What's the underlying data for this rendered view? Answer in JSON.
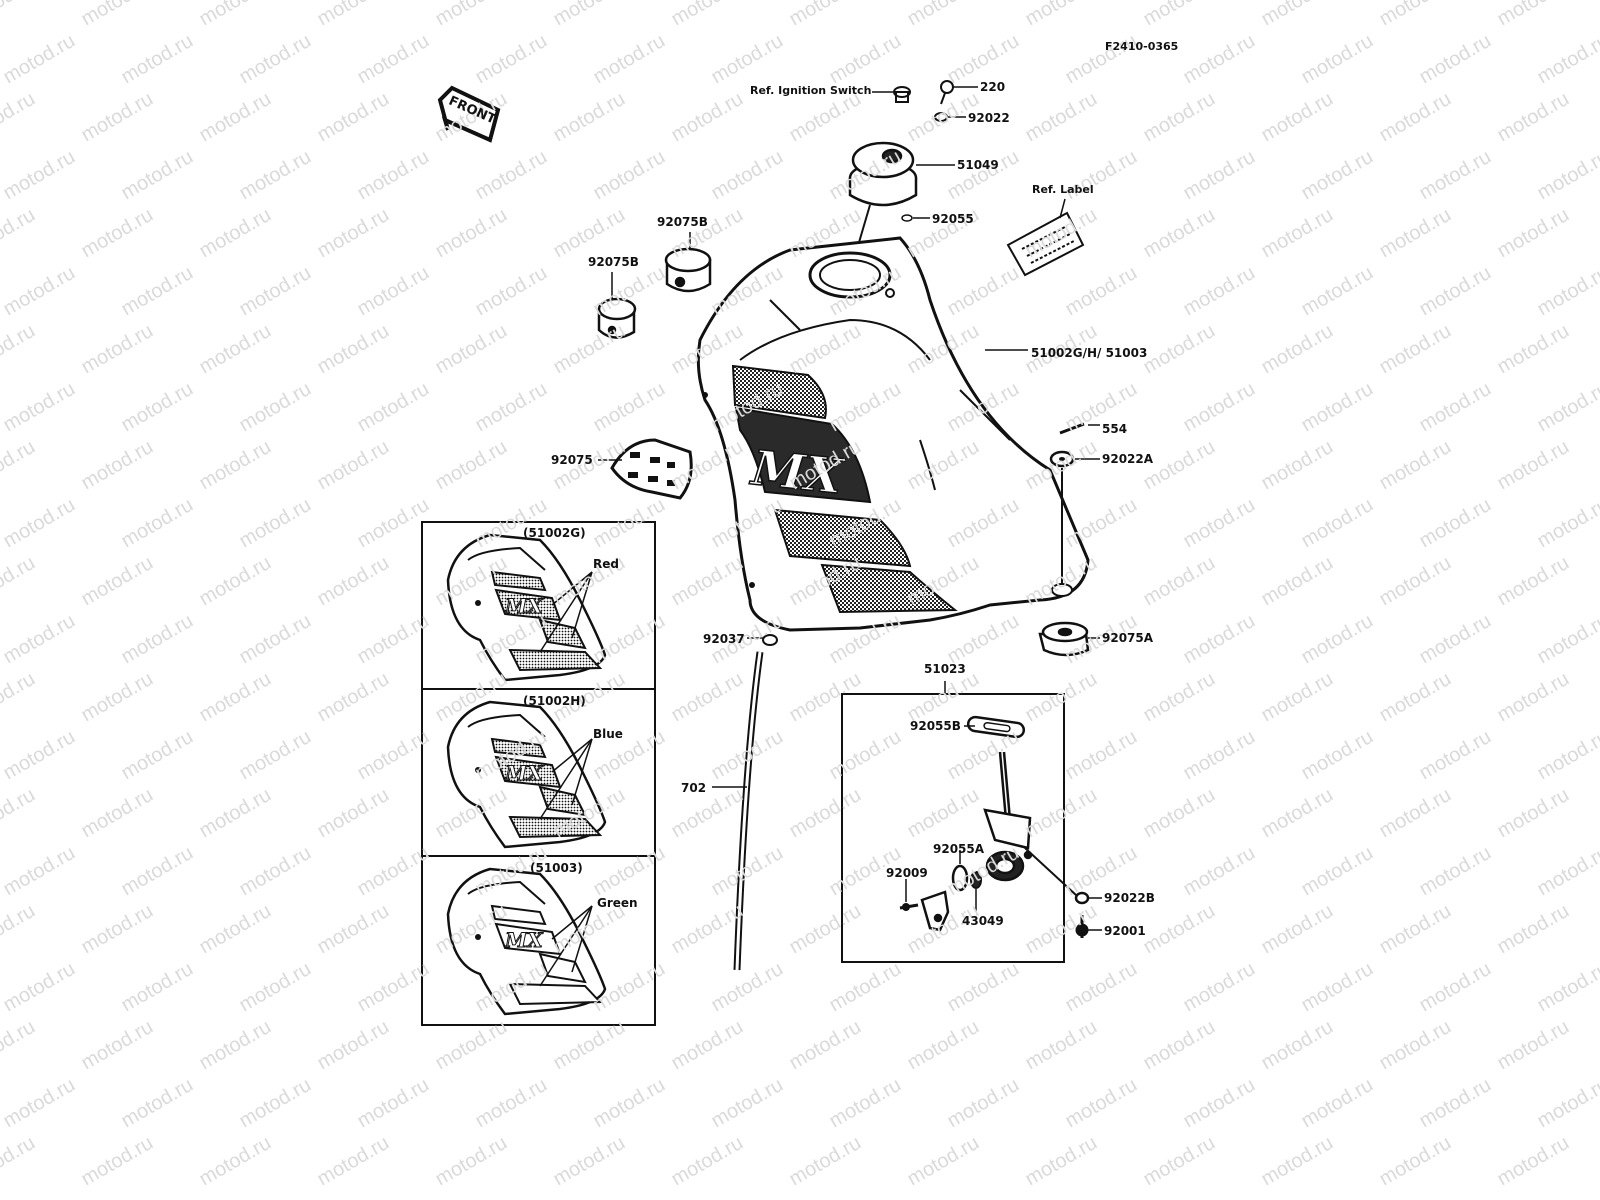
{
  "diagram_code": "F2410-0365",
  "watermark": "motod.ru",
  "front_arrow": "FRONT",
  "tank_logo": "MX",
  "labels": {
    "ref_ignition_switch": "Ref. Ignition Switch",
    "p220": "220",
    "p92022": "92022",
    "p51049": "51049",
    "ref_label": "Ref. Label",
    "p92055": "92055",
    "p92075B_top": "92075B",
    "p92075B_left": "92075B",
    "p51002": "51002G/H/ 51003",
    "p554": "554",
    "p92022A": "92022A",
    "p92075": "92075",
    "p92037": "92037",
    "p92075A": "92075A",
    "p51023": "51023",
    "p92055B": "92055B",
    "p702": "702",
    "p92055A": "92055A",
    "p92009": "92009",
    "p92022B": "92022B",
    "p43049": "43049",
    "p92001": "92001"
  },
  "insets": [
    {
      "title": "(51002G)",
      "color": "Red"
    },
    {
      "title": "(51002H)",
      "color": "Blue"
    },
    {
      "title": "(51003)",
      "color": "Green"
    }
  ]
}
